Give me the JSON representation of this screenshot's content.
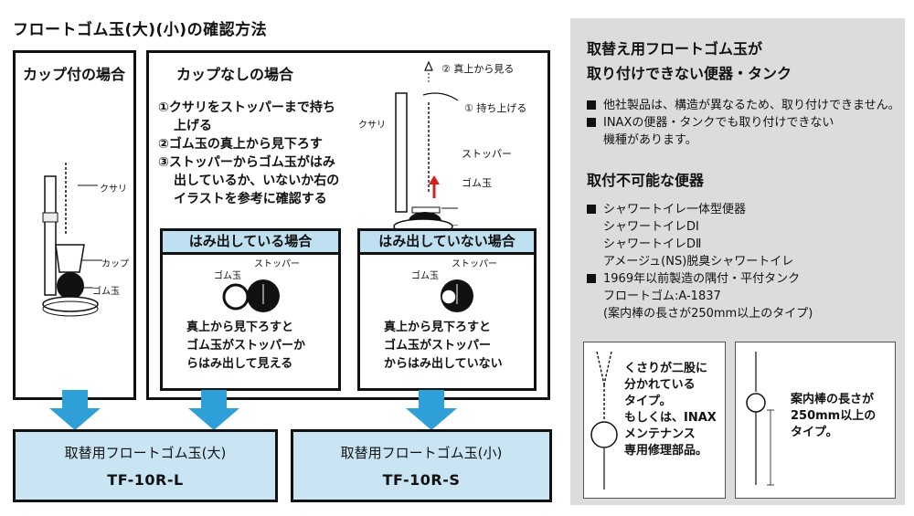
{
  "title": "フロートゴム玉(大)(小)の確認方法",
  "cup_box": {
    "heading": "カップ付の場合",
    "labels": {
      "chain": "クサリ",
      "cup": "カップ",
      "ball": "ゴム玉"
    }
  },
  "nocup_box": {
    "heading": "カップなしの場合",
    "steps": [
      "①クサリをストッパーまで持ち",
      "上げる",
      "②ゴム玉の真上から見下ろす",
      "③ストッパーからゴム玉がはみ",
      "出しているか、いないか右の",
      "イラストを参考に確認する"
    ],
    "labels": {
      "view_from_top": "② 真上から見る",
      "lift": "① 持ち上げる",
      "chain": "クサリ",
      "stopper": "ストッパー",
      "ball": "ゴム玉"
    }
  },
  "protruding": {
    "heading": "はみ出している場合",
    "label_ball": "ゴム玉",
    "label_stopper": "ストッパー",
    "text": [
      "真上から見下ろすと",
      "ゴム玉がストッパーか",
      "らはみ出して見える"
    ]
  },
  "not_protruding": {
    "heading": "はみ出していない場合",
    "label_ball": "ゴム玉",
    "label_stopper": "ストッパー",
    "text": [
      "真上から見下ろすと",
      "ゴム玉がストッパー",
      "からはみ出していない"
    ]
  },
  "result_large": {
    "name": "取替用フロートゴム玉(大)",
    "code": "TF-10R-L"
  },
  "result_small": {
    "name": "取替用フロートゴム玉(小)",
    "code": "TF-10R-S"
  },
  "panel": {
    "heading1": [
      "取替え用フロートゴム玉が",
      "取り付けできない便器・タンク"
    ],
    "items1": [
      "他社製品は、構造が異なるため、取り付けできません。",
      "INAXの便器・タンクでも取り付けできない",
      "機種があります。"
    ],
    "heading2": "取付不可能な便器",
    "items2": [
      "シャワートイレ一体型便器",
      "シャワートイレDI",
      "シャワートイレDⅡ",
      "アメージュ(NS)脱臭シャワートイレ",
      "1969年以前製造の隅付・平付タンク",
      "フロートゴム:A-1837",
      "(案内棒の長さが250mm以上のタイプ)"
    ],
    "card1": [
      "くさりが二股に",
      "分かれている",
      "タイプ。",
      "もしくは、INAX",
      "メンテナンス",
      "専用修理部品。"
    ],
    "card2": [
      "案内棒の長さが",
      "250mm以上の",
      "タイプ。"
    ]
  },
  "colors": {
    "arrow": "#2f9fd8",
    "result_bg": "#c9e5f3",
    "subhead_bg": "#bfe0f0",
    "panel_bg": "#dcdcdc"
  }
}
